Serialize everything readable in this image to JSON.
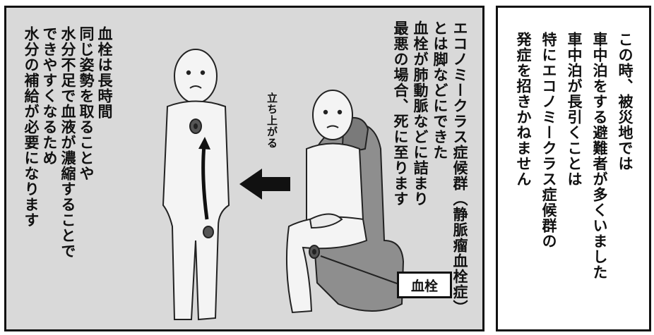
{
  "main_panel": {
    "explanation_lines": [
      "エコノミークラス症候群（静脈瘤血栓症）",
      "とは脚などにできた",
      "血栓が肺動脈などに詰まり",
      "最悪の場合、死に至ります"
    ],
    "clot_lines": [
      "血栓は長時間",
      "同じ姿勢を取ることや",
      "水分不足で血液が濃縮することで",
      "できやすくなるため",
      "水分の補給が必要になります"
    ],
    "stand_up_label": "立ち上がる",
    "callout_label": "血栓"
  },
  "side_panel": {
    "lines": [
      "この時、被災地では",
      "車中泊をする避難者が多くいました",
      "車中泊が長引くことは",
      "特にエコノミークラス症候群の",
      "発症を招きかねません"
    ]
  }
}
